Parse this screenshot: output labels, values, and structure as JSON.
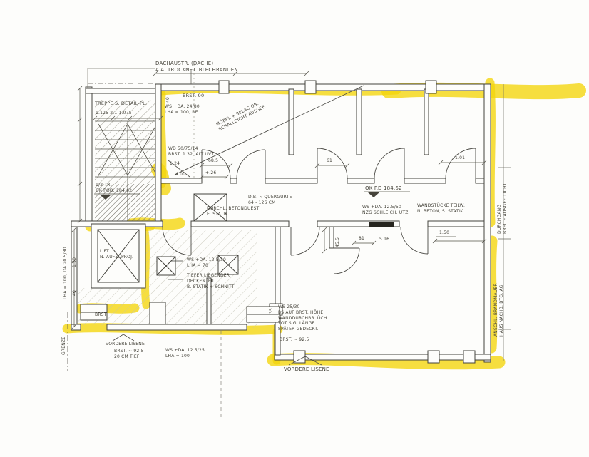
{
  "document": {
    "type": "scanned architectural floor plan with yellow highlighter markings",
    "colors": {
      "paper": "#fdfdfb",
      "ink": "#45433a",
      "highlight": "#f4d50a"
    }
  },
  "ann": {
    "roof_note": "DACHAUSTR. (DACHE)\nA.A. TROCKNET. BLECHRANDEN",
    "stair_note": "TREPPE S. DETAIL-PL.",
    "stair_dims": "1.125        2.1        1.075",
    "brst_90": "BRST. 90",
    "ws_24_80": "WS +DA. 24/80\nLHA = 100, RE.",
    "wd_50_75": "WD 50/75/14\nBRST. 1.32, ALT UVT.",
    "dim_124": "1.24",
    "dim_400": "4.00",
    "dim_plus26": "+.26",
    "mobel_diag": "MÖBEL + BELAG OB.\nSCHALLDICHT AUSGEF.",
    "half_tr": "1/2 TR.\nOK POD. 184.62",
    "duct_note": "DURCHL. BETONDUEST\nE. STATIK.",
    "querguerte": "D.B. F. QUERGURTE\n64 - 126 CM",
    "ok_rd": "OK RD 184.62",
    "ws_125_50": "WS +DA. 12.5/50\nNZG SCHLEICH. UTZ",
    "wandstuecke": "WANDSTÜCKE TEILW.\nN. BETON, S. STATIK.",
    "dim_68": "68.5",
    "dim_61": "61",
    "dim_101": "1.01",
    "dim_455": "45.5",
    "dim_81": "81",
    "dim_516": "5.16",
    "dim_150": "1.50",
    "lift": "LIFT\nN. AUFZ. PROJ.",
    "ws_125_30": "WS +DA. 12.5/30\nLHA = 70",
    "tiefer": "TIEFER LIEGENDER\nDECKENTEIL\nB. STATIK + SCHNITT",
    "ws_25_30": "WS 25/30\nBS AUF BRST. HÖHE\nWANDDURCHBR. ÜCH\nTOT S.G. LÄNGE\nSPÄTER GEDECKT.",
    "brst_925_r": "BRST. ~ 92.5",
    "vordere_lisene_l": "VORDERE LISENE",
    "vordere_lisene_b": "VORDERE LISENE",
    "brst_925_l": "BRST. ~ 92.5\n20 CM TIEF",
    "ws_125_25": "WS +DA. 12.5/25\nLHA = 100",
    "grenze": "GRENZE",
    "brst_small": "BRST.",
    "durchgang": "DURCHGANG\nBREITE AUSGEF. LICHT",
    "anschl": "ANSCHL. BRANDMAUER\nHAUS NACHB. BTG. AG",
    "left_edge_note": "LHA = 100, DA 20.5/80",
    "dim_150_left": "1.50",
    "dim_40_left": "40",
    "dim_40_top": "40",
    "dim_35": "35"
  }
}
